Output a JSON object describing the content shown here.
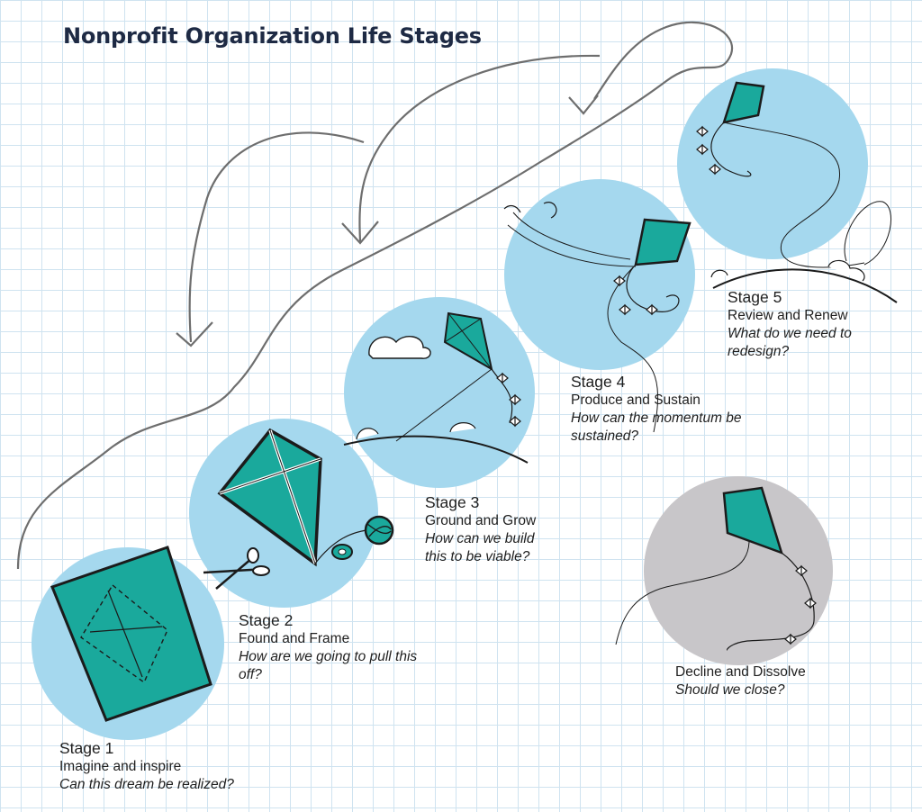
{
  "title": "Nonprofit Organization Life Stages",
  "colors": {
    "circle_active": "#a5d8ee",
    "circle_decline": "#c8c6c9",
    "kite_fill": "#1aa99c",
    "ink": "#1b1b1b",
    "title_color": "#1e2a44"
  },
  "stages": [
    {
      "number": "Stage 1",
      "name": "Imagine and inspire",
      "question": "Can this dream be realized?",
      "icon": "paper-kite-template-icon"
    },
    {
      "number": "Stage 2",
      "name": "Found and Frame",
      "question": "How are we going to pull this off?",
      "icon": "kite-with-string-ball-icon"
    },
    {
      "number": "Stage 3",
      "name": "Ground and Grow",
      "question": "How can we build this to be viable?",
      "icon": "kite-launch-icon"
    },
    {
      "number": "Stage 4",
      "name": "Produce and Sustain",
      "question": "How can the momentum be sustained?",
      "icon": "flying-kite-icon"
    },
    {
      "number": "Stage 5",
      "name": "Review and Renew",
      "question": "What do we need to redesign?",
      "icon": "high-flying-kite-icon"
    }
  ],
  "decline": {
    "name": "Decline and Dissolve",
    "question": "Should we close?",
    "icon": "falling-kite-icon"
  }
}
